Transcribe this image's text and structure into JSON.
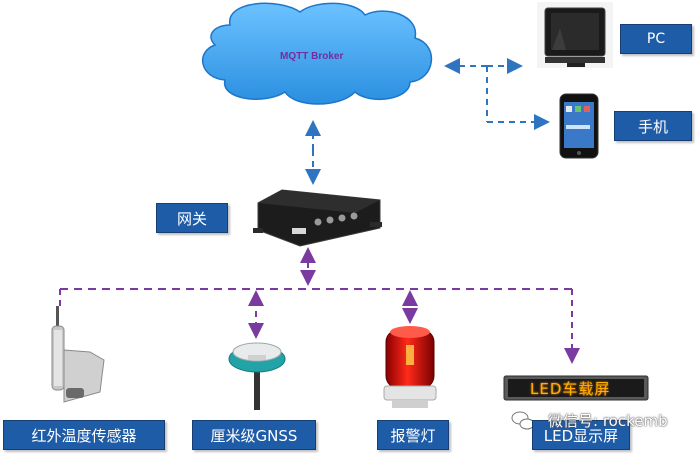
{
  "broker": {
    "label": "MQTT Broker"
  },
  "gateway": {
    "label": "网关"
  },
  "clients": {
    "pc_label": "PC",
    "phone_label": "手机"
  },
  "devices": {
    "ir_sensor_label": "红外温度传感器",
    "gnss_label": "厘米级GNSS",
    "alarm_label": "报警灯",
    "led_label": "LED显示屏",
    "led_screen_text": "LED车载屏"
  },
  "watermark": {
    "text": "微信号: rockemb"
  },
  "colors": {
    "label_fill": "#1f5ca8",
    "blue_link": "#2f74c0",
    "purple_link": "#7a3aa0",
    "cloud_fill": "#3da6f0"
  }
}
